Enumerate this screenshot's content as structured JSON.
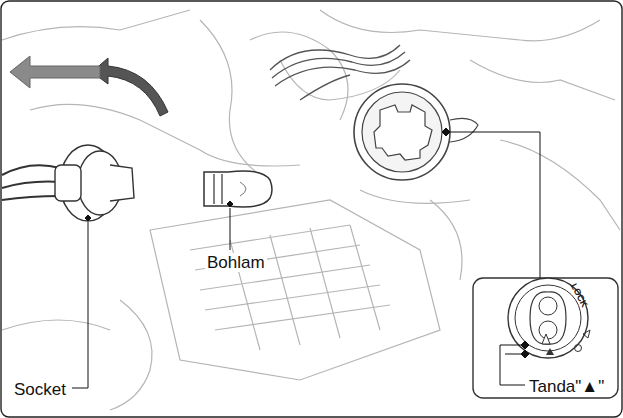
{
  "diagram": {
    "labels": [
      "Socket",
      "Bohlam",
      "Tanda\"▲\"",
      "LOCK"
    ]
  }
}
